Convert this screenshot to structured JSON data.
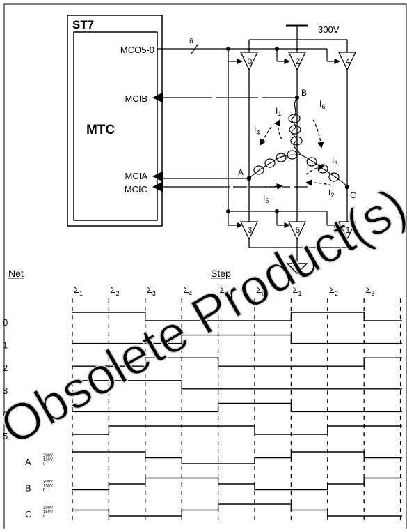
{
  "chip": {
    "name": "ST7",
    "block": "MTC",
    "pins": {
      "output": "MCO5-0",
      "mcib": "MCIB",
      "mcia": "MCIA",
      "mcic": "MCIC"
    },
    "bus_width": "6"
  },
  "supply": "300V",
  "bridge_labels": {
    "top": [
      "0",
      "2",
      "4"
    ],
    "bottom": [
      "3",
      "5",
      "1"
    ]
  },
  "phase_nodes": {
    "a": "A",
    "b": "B",
    "c": "C"
  },
  "currents": [
    "I",
    "I",
    "I",
    "I",
    "I",
    "I"
  ],
  "current_subs": [
    "1",
    "6",
    "4",
    "3",
    "2",
    "5"
  ],
  "timing": {
    "net_title": "Net",
    "step_title": "Step",
    "step_symbol": "Σ",
    "steps": [
      "1",
      "2",
      "3",
      "4",
      "5",
      "6",
      "1",
      "2",
      "3"
    ],
    "nets": [
      {
        "label": "0",
        "levels": [
          1,
          1,
          0,
          0,
          0,
          0,
          1,
          1,
          0
        ]
      },
      {
        "label": "1",
        "levels": [
          0,
          0,
          0,
          1,
          1,
          1,
          0,
          0,
          0
        ]
      },
      {
        "label": "2",
        "levels": [
          0,
          0,
          1,
          1,
          0,
          0,
          0,
          0,
          1
        ]
      },
      {
        "label": "3",
        "levels": [
          1,
          1,
          1,
          0,
          0,
          0,
          0,
          0,
          0
        ]
      },
      {
        "label": "4",
        "levels": [
          0,
          0,
          0,
          0,
          1,
          1,
          0,
          0,
          0
        ]
      },
      {
        "label": "5",
        "levels": [
          0,
          1,
          1,
          1,
          1,
          0,
          0,
          1,
          1
        ]
      }
    ],
    "phases": [
      {
        "label": "A",
        "levels": [
          2,
          2,
          1,
          0,
          0,
          1,
          2,
          2,
          1
        ]
      },
      {
        "label": "B",
        "levels": [
          0,
          1,
          2,
          2,
          1,
          0,
          0,
          1,
          2
        ]
      },
      {
        "label": "C",
        "levels": [
          1,
          0,
          0,
          1,
          2,
          2,
          1,
          0,
          0
        ]
      }
    ],
    "phase_scale": [
      "300V",
      "150V",
      "0"
    ]
  },
  "watermark": "Obsolete Product(s)"
}
